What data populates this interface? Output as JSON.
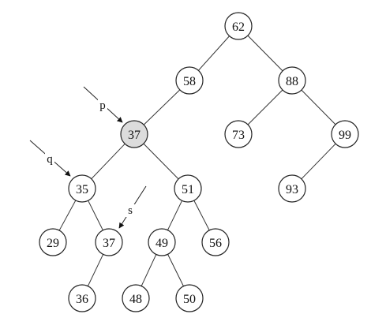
{
  "colors": {
    "node_fill": "#ffffff",
    "highlight_fill": "#dcdcdc",
    "stroke": "#222222"
  },
  "tree": {
    "nodes": [
      {
        "id": "n62",
        "label": "62",
        "highlighted": false
      },
      {
        "id": "n58",
        "label": "58",
        "highlighted": false
      },
      {
        "id": "n88",
        "label": "88",
        "highlighted": false
      },
      {
        "id": "n37a",
        "label": "37",
        "highlighted": true
      },
      {
        "id": "n73",
        "label": "73",
        "highlighted": false
      },
      {
        "id": "n99",
        "label": "99",
        "highlighted": false
      },
      {
        "id": "n35",
        "label": "35",
        "highlighted": false
      },
      {
        "id": "n51",
        "label": "51",
        "highlighted": false
      },
      {
        "id": "n93",
        "label": "93",
        "highlighted": false
      },
      {
        "id": "n29",
        "label": "29",
        "highlighted": false
      },
      {
        "id": "n37b",
        "label": "37",
        "highlighted": false
      },
      {
        "id": "n49",
        "label": "49",
        "highlighted": false
      },
      {
        "id": "n56",
        "label": "56",
        "highlighted": false
      },
      {
        "id": "n36",
        "label": "36",
        "highlighted": false
      },
      {
        "id": "n48",
        "label": "48",
        "highlighted": false
      },
      {
        "id": "n50",
        "label": "50",
        "highlighted": false
      }
    ],
    "edges": [
      {
        "from": "n62",
        "to": "n58"
      },
      {
        "from": "n62",
        "to": "n88"
      },
      {
        "from": "n58",
        "to": "n37a"
      },
      {
        "from": "n88",
        "to": "n73"
      },
      {
        "from": "n88",
        "to": "n99"
      },
      {
        "from": "n37a",
        "to": "n35"
      },
      {
        "from": "n37a",
        "to": "n51"
      },
      {
        "from": "n99",
        "to": "n93"
      },
      {
        "from": "n35",
        "to": "n29"
      },
      {
        "from": "n35",
        "to": "n37b"
      },
      {
        "from": "n51",
        "to": "n49"
      },
      {
        "from": "n51",
        "to": "n56"
      },
      {
        "from": "n37b",
        "to": "n36"
      },
      {
        "from": "n49",
        "to": "n48"
      },
      {
        "from": "n49",
        "to": "n50"
      }
    ]
  },
  "pointers": [
    {
      "id": "p",
      "label": "p",
      "target": "n37a"
    },
    {
      "id": "q",
      "label": "q",
      "target": "n35"
    },
    {
      "id": "s",
      "label": "s",
      "target": "n37b"
    }
  ]
}
